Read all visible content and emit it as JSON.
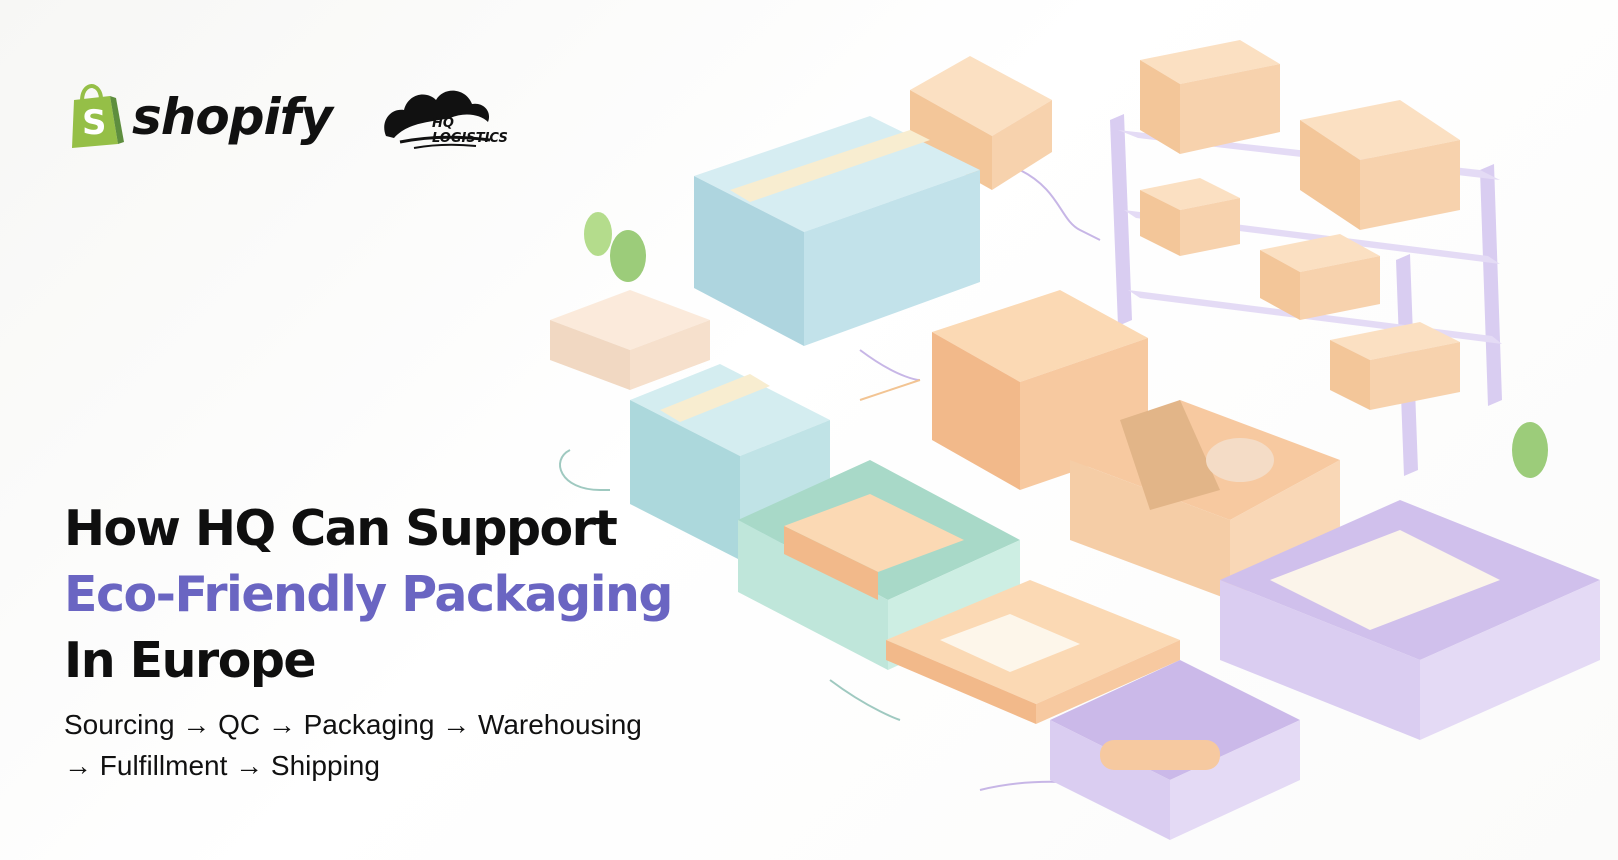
{
  "brands": {
    "shopify": "shopify",
    "hq": "HQ LOGISTICS"
  },
  "headline": {
    "line1": "How HQ Can Support",
    "line2": "Eco-Friendly Packaging",
    "line3": "In Europe"
  },
  "flow": {
    "line1": "Sourcing → QC → Packaging → Warehousing",
    "line2": "→ Fulfillment → Shipping"
  },
  "colors": {
    "accent": "#6a65c2",
    "shopify_green": "#95bf47",
    "box_kraft": "#f6cfa3",
    "box_blue": "#bfe1ea",
    "box_mint": "#bfe6da",
    "box_lavender": "#d8c9f0"
  },
  "icons": {
    "shopify": "shopping-bag-icon",
    "hq": "cloud-logo-icon"
  }
}
